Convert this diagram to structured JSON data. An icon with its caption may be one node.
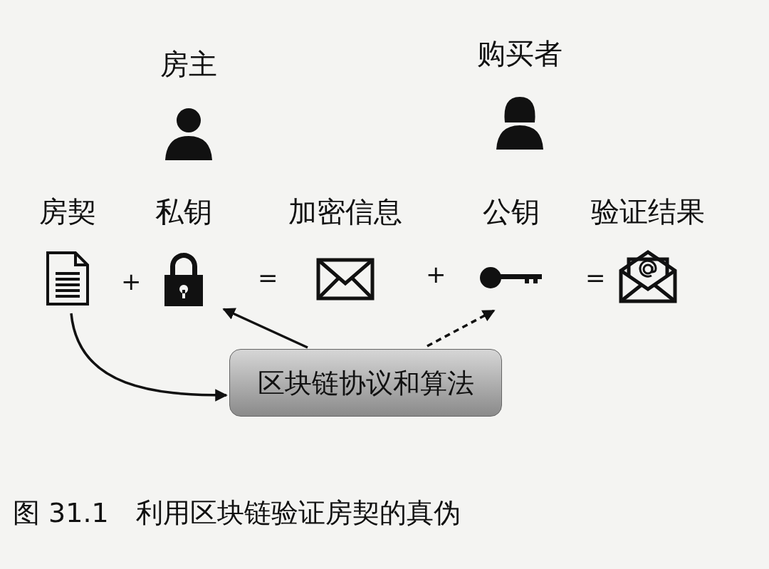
{
  "diagram": {
    "caption": "图 31.1　利用区块链验证房契的真伪",
    "nodes": [
      {
        "text": [
          "房主"
        ]
      },
      {
        "text": [
          "购买者"
        ]
      },
      {
        "text": [
          "房契"
        ]
      },
      {
        "text": [
          "私钥"
        ]
      },
      {
        "text": [
          "加密信息"
        ]
      },
      {
        "text": [
          "公钥"
        ]
      },
      {
        "text": [
          "验证结果"
        ]
      },
      {
        "text": [
          "区块链协议和算法"
        ]
      }
    ],
    "edges": [
      {
        "from": 2,
        "to": 7,
        "arrow": "to"
      },
      {
        "from": 7,
        "to": 3,
        "arrow": "to"
      },
      {
        "from": 7,
        "to": 5,
        "arrow": "to",
        "style": "dashed"
      }
    ],
    "labels": [
      "+",
      "=",
      "+",
      "="
    ]
  }
}
